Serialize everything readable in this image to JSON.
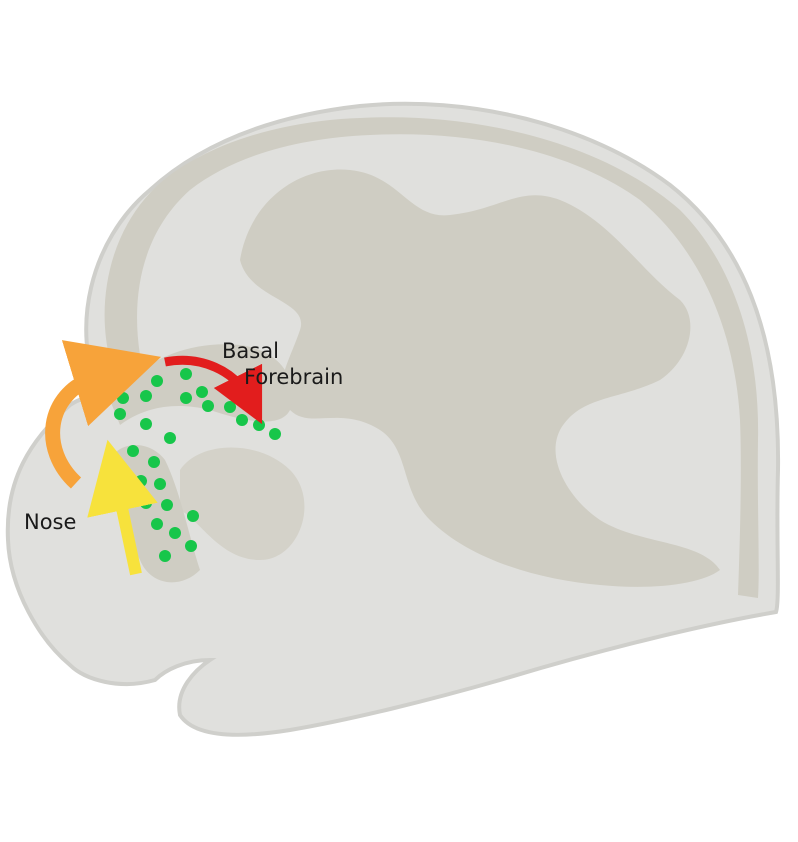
{
  "labels": {
    "basal": "Basal",
    "forebrain": "Forebrain",
    "nose": "Nose"
  },
  "colors": {
    "background": "#ffffff",
    "brain_fill": "#e0e0dd",
    "brain_outline": "#cfcfcb",
    "brain_inner": "#cfcdc3",
    "arrow_orange": "#f7a33a",
    "arrow_yellow": "#f7e23c",
    "arrow_red": "#e21d1d",
    "dots_green": "#17c64a"
  },
  "icons": {
    "orange_arrow": "curved-arrow-icon",
    "yellow_arrow": "up-arrow-icon",
    "red_arrow": "curved-arrow-icon"
  }
}
